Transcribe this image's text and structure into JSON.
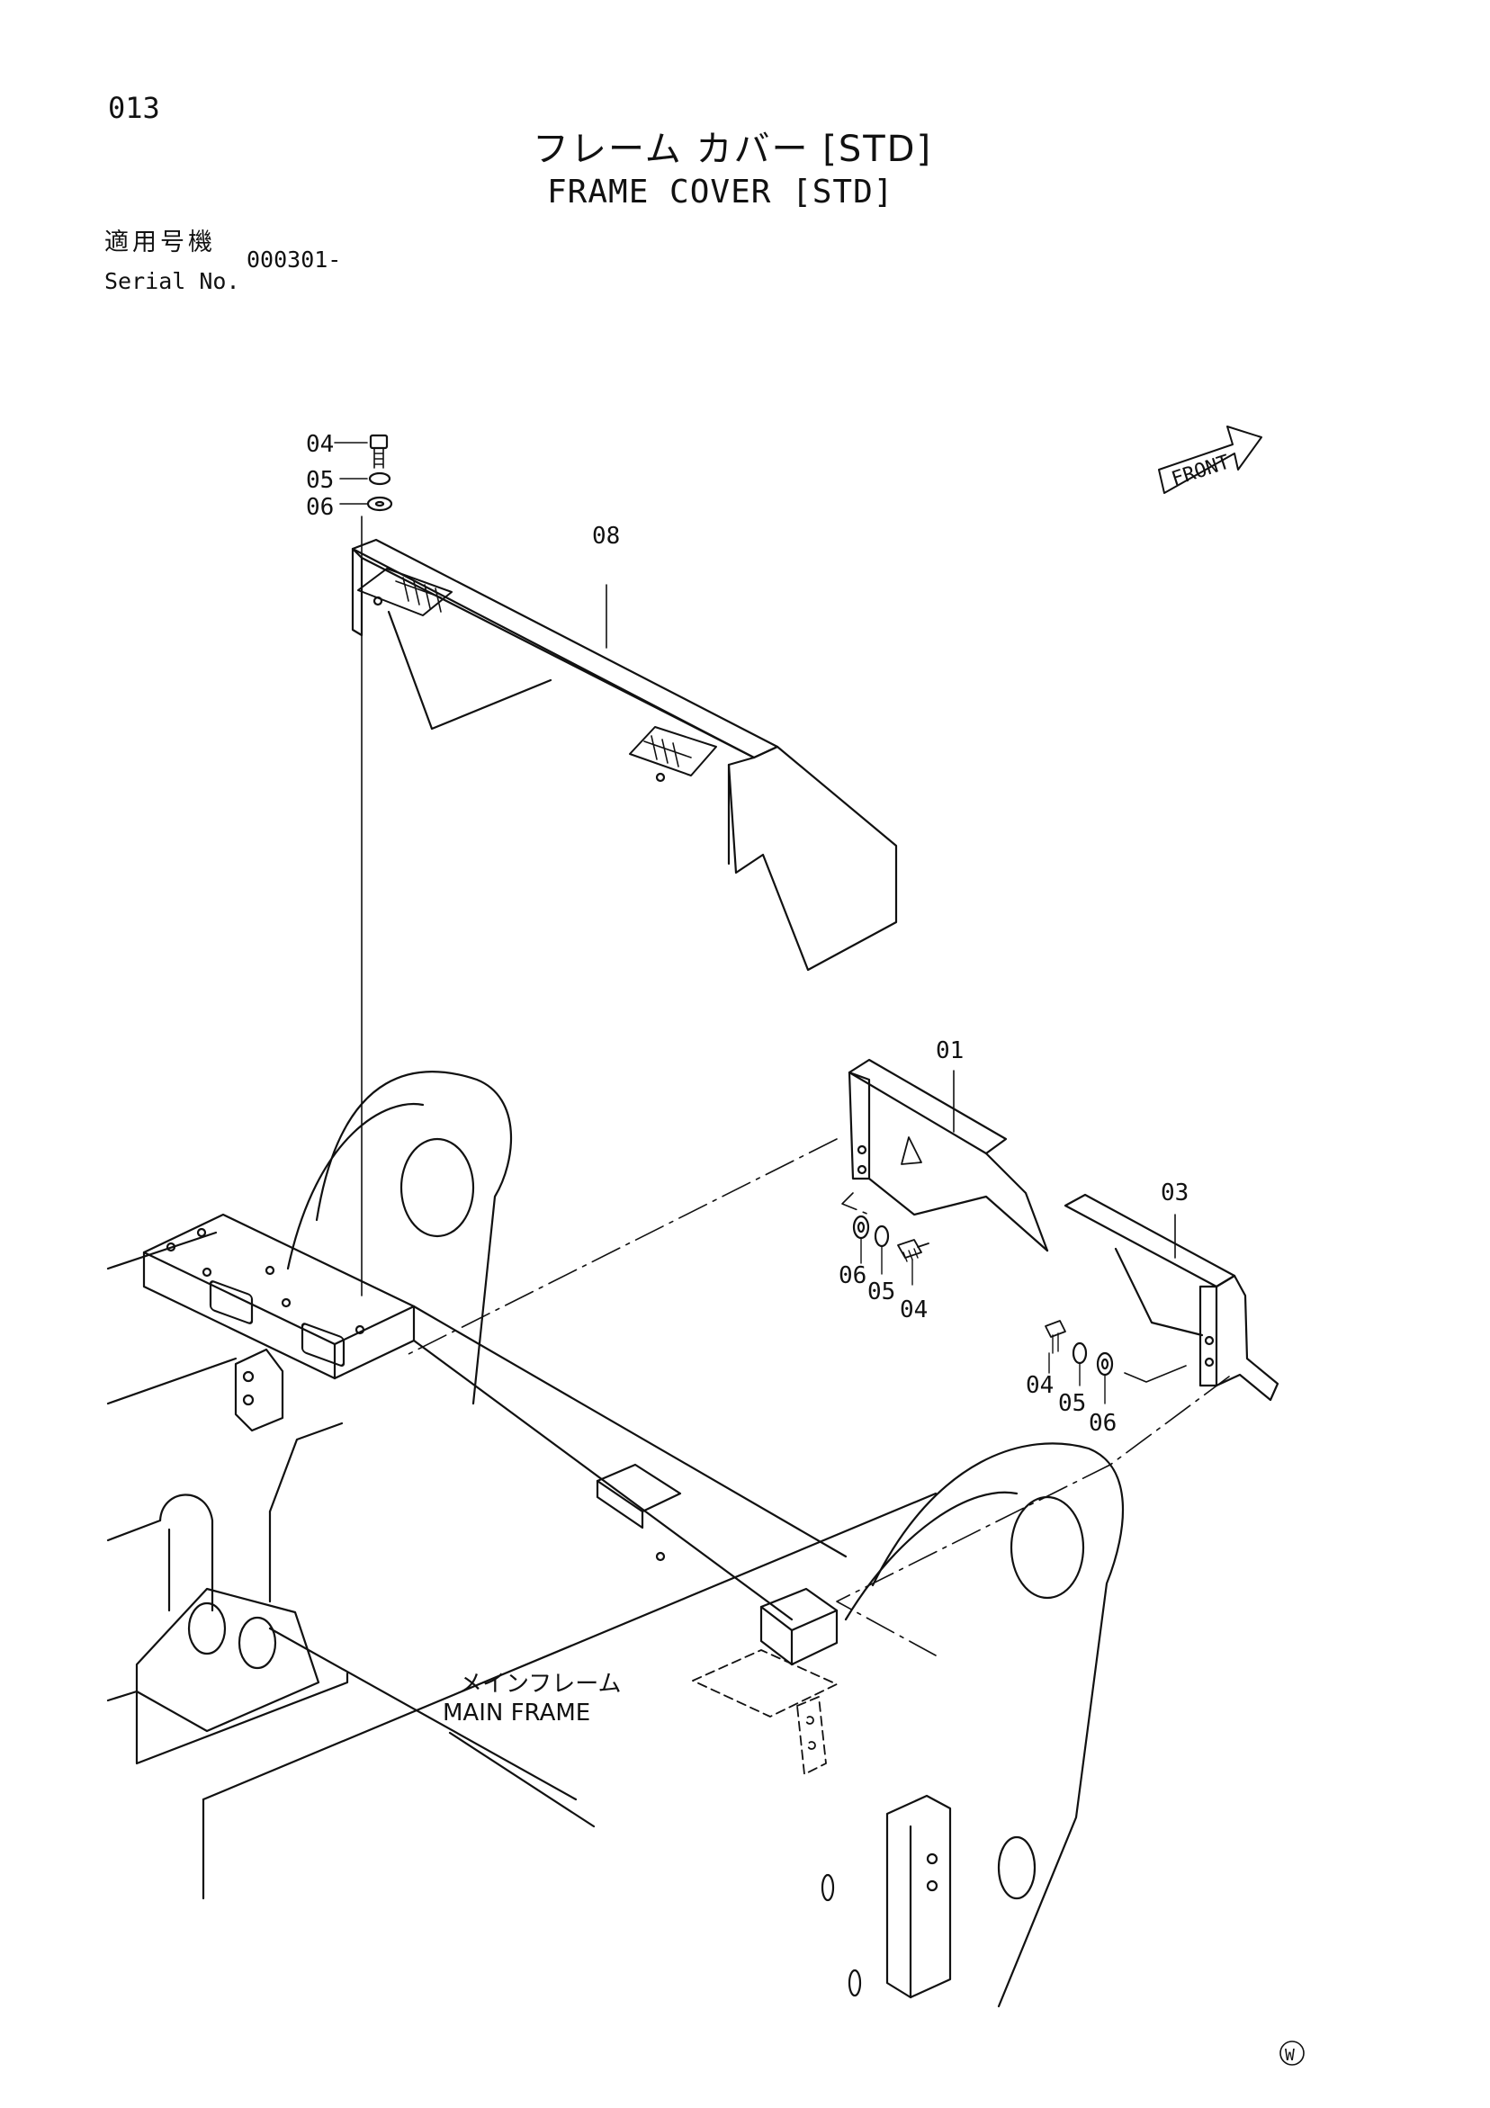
{
  "header": {
    "page_number": "013",
    "title_jp": "フレーム カバー [STD]",
    "title_en": "FRAME COVER [STD]",
    "serial_label_jp": "適用号機",
    "serial_label_en": "Serial No.",
    "serial_value": "000301-"
  },
  "diagram": {
    "front_label": "FRONT",
    "main_frame_jp": "メインフレーム",
    "main_frame_en": "MAIN FRAME",
    "callouts": {
      "top_bolt": "04",
      "top_spring_washer": "05",
      "top_washer": "06",
      "frame_cover": "08",
      "bracket_left": "01",
      "bracket_right": "03",
      "left_washer": "06",
      "left_spring_washer": "05",
      "left_bolt": "04",
      "right_bolt": "04",
      "right_spring_washer": "05",
      "right_washer": "06"
    },
    "footer_mark": "W"
  }
}
